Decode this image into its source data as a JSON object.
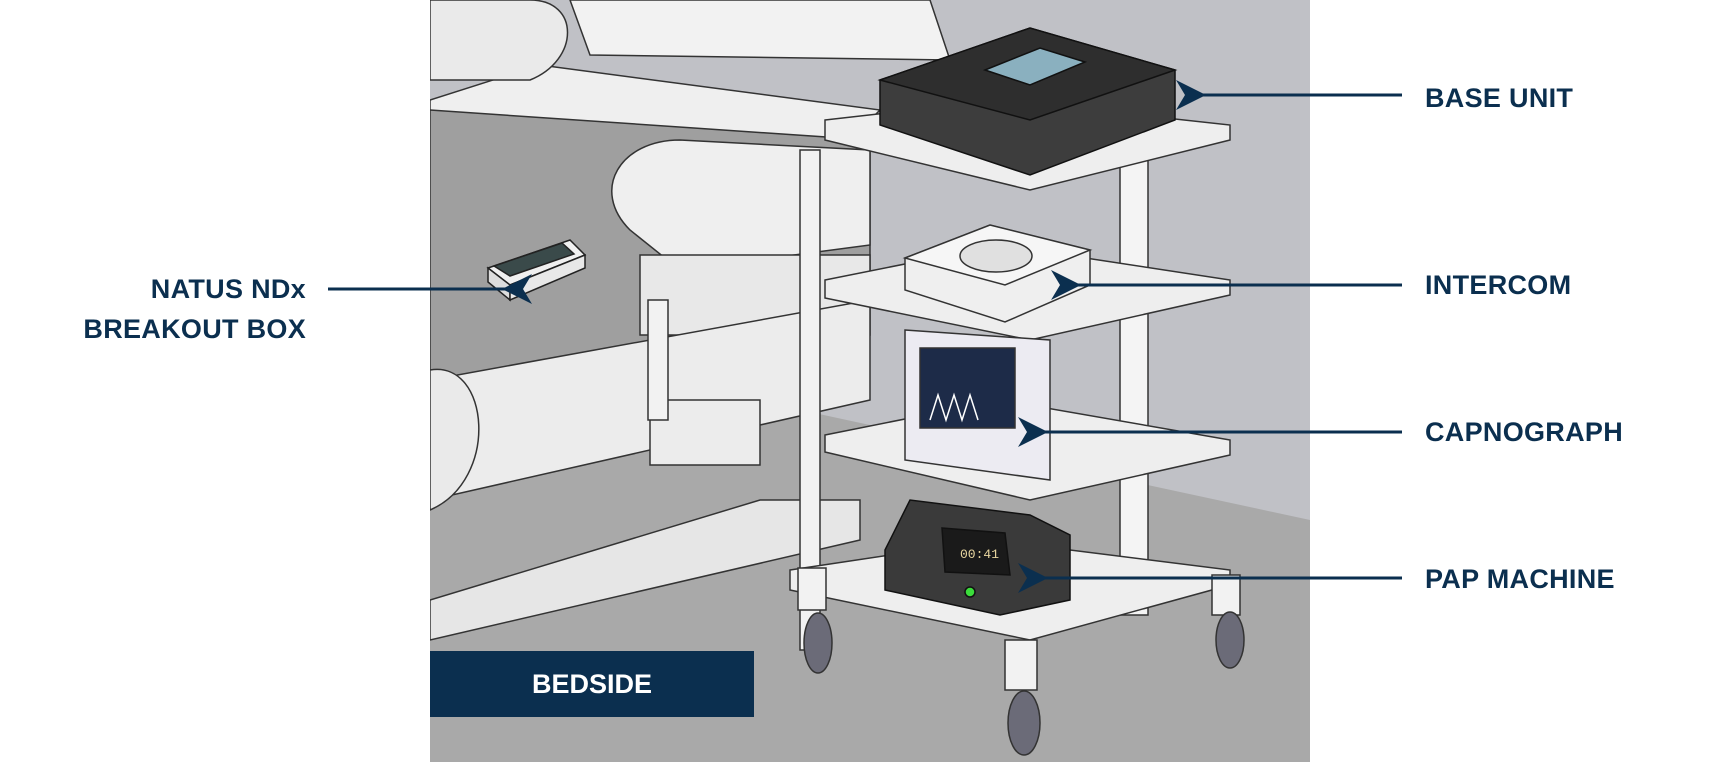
{
  "labels": {
    "base_unit": "BASE UNIT",
    "intercom": "INTERCOM",
    "capnograph": "CAPNOGRAPH",
    "pap_machine": "PAP MACHINE",
    "natus_line1": "NATUS NDx",
    "natus_line2": "BREAKOUT BOX"
  },
  "bedside_label": "BEDSIDE",
  "pap_display": "00:41",
  "colors": {
    "accent": "#0b2f4f",
    "wall": "#c0c1c6",
    "floor": "#a9a9a9"
  }
}
